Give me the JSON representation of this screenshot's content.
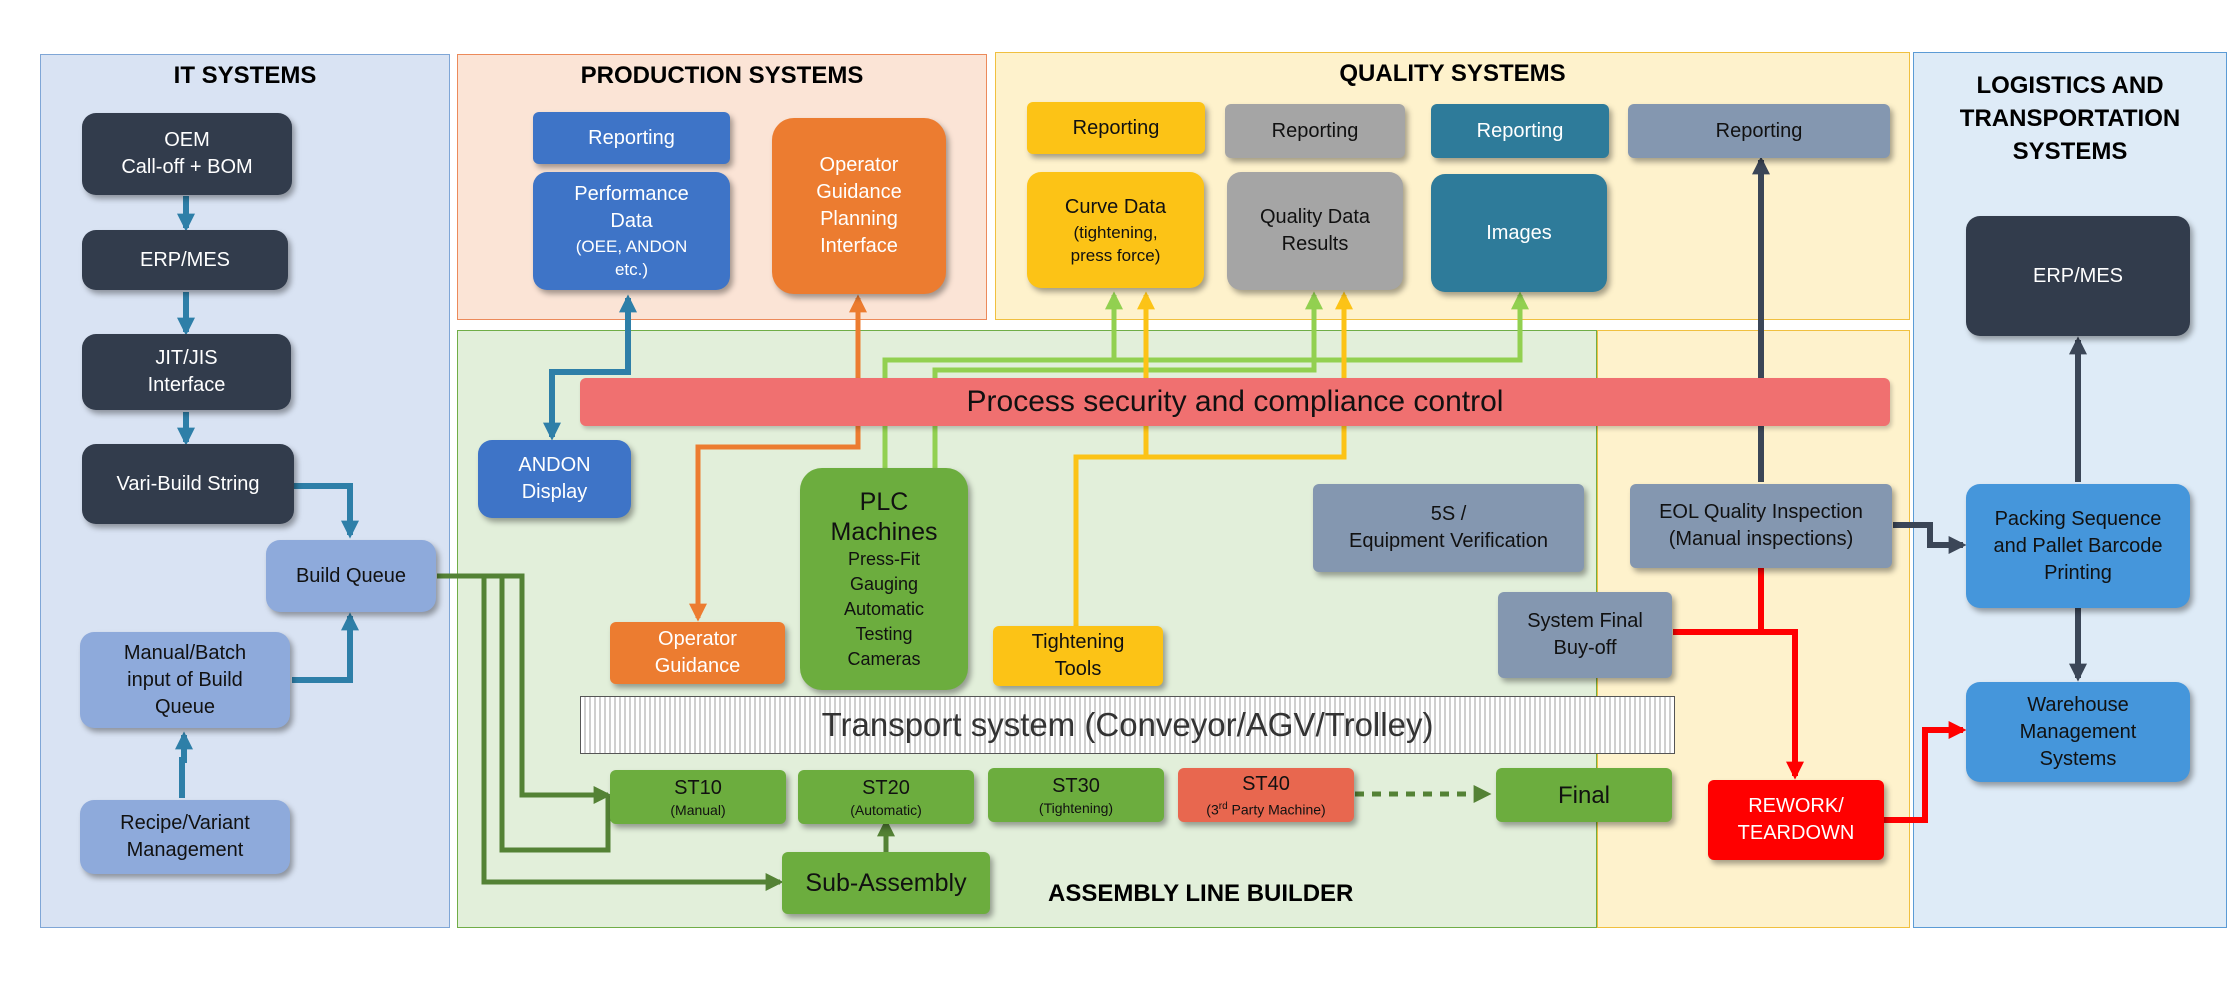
{
  "colors": {
    "it_bg": "#d9e3f3",
    "prod_bg": "#fbe4d6",
    "quality_bg": "#fef2cc",
    "assembly_bg": "#e2efda",
    "logistics_bg": "#deebf7",
    "arrow_blue": "#2e7fa8",
    "arrow_orange": "#ec7c30",
    "arrow_green": "#92d050",
    "arrow_yellow": "#fcc316",
    "arrow_dark": "#3b4657",
    "arrow_red": "#ff0000",
    "arrow_dkgreen": "#548235"
  },
  "panels": {
    "it": "IT SYSTEMS",
    "production": "PRODUCTION SYSTEMS",
    "quality": "QUALITY SYSTEMS",
    "logistics": [
      "LOGISTICS AND",
      "TRANSPORTATION",
      "SYSTEMS"
    ],
    "assembly": "ASSEMBLY LINE BUILDER"
  },
  "it_boxes": {
    "oem": [
      "OEM",
      "Call-off + BOM"
    ],
    "erp": "ERP/MES",
    "jit": [
      "JIT/JIS",
      "Interface"
    ],
    "varibuild": "Vari-Build String",
    "buildqueue": "Build Queue",
    "manual": [
      "Manual/Batch",
      "input of Build",
      "Queue"
    ],
    "recipe": [
      "Recipe/Variant",
      "Management"
    ]
  },
  "production_boxes": {
    "reporting": "Reporting",
    "performance": [
      "Performance",
      "Data",
      "(OEE, ANDON",
      "etc.)"
    ],
    "operator_planning": [
      "Operator",
      "Guidance",
      "Planning",
      "Interface"
    ]
  },
  "quality_boxes": {
    "reporting_yellow": "Reporting",
    "reporting_gray": "Reporting",
    "reporting_teal": "Reporting",
    "reporting_slate": "Reporting",
    "curve": [
      "Curve Data",
      "(tightening,",
      "press force)"
    ],
    "qdata": [
      "Quality Data",
      "Results"
    ],
    "images": "Images"
  },
  "assembly_boxes": {
    "security": "Process security and compliance control",
    "andon": [
      "ANDON",
      "Display"
    ],
    "plc_title": [
      "PLC",
      "Machines"
    ],
    "plc_items": [
      "Press-Fit",
      "Gauging",
      "Automatic",
      "Testing",
      "Cameras"
    ],
    "operator_guidance": [
      "Operator",
      "Guidance"
    ],
    "tightening_tools": [
      "Tightening",
      "Tools"
    ],
    "fives": [
      "5S /",
      "Equipment Verification"
    ],
    "transport": "Transport system (Conveyor/AGV/Trolley)",
    "st10": "ST10",
    "st10_sub": "(Manual)",
    "st20": "ST20",
    "st20_sub": "(Automatic)",
    "st30": "ST30",
    "st30_sub": "(Tightening)",
    "st40": "ST40",
    "st40_sub_pre": "(3",
    "st40_sup": "rd",
    "st40_sub_post": " Party Machine)",
    "final": "Final",
    "subassembly": "Sub-Assembly"
  },
  "eol_boxes": {
    "eol": [
      "EOL Quality Inspection",
      "(Manual inspections)"
    ],
    "buyoff": [
      "System Final",
      "Buy-off"
    ],
    "rework": [
      "REWORK/",
      "TEARDOWN"
    ]
  },
  "logistics_boxes": {
    "erp": "ERP/MES",
    "packing": [
      "Packing Sequence",
      "and Pallet Barcode",
      "Printing"
    ],
    "warehouse": [
      "Warehouse",
      "Management",
      "Systems"
    ]
  }
}
